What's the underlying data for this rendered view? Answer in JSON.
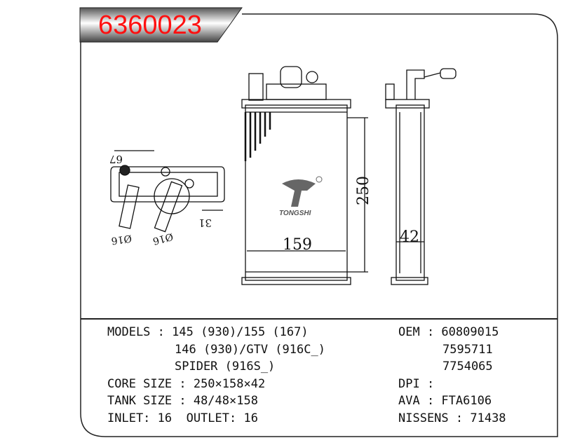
{
  "part_number": "6360023",
  "brand_logo_text": "TONGSHI",
  "drawing": {
    "height_dim": "250",
    "width_dim": "159",
    "depth_dim": "42",
    "pipe_spacing_dim": "67",
    "offset_dim": "31",
    "inlet_dia": "Ø16",
    "outlet_dia": "Ø16"
  },
  "specs_left": [
    {
      "label": "MODELS : ",
      "value": "145 (930)/155 (167)"
    },
    {
      "label": "",
      "value": "146 (930)/GTV (916C_)"
    },
    {
      "label": "",
      "value": "SPIDER (916S_)"
    },
    {
      "label": "CORE SIZE : ",
      "value": "250×158×42"
    },
    {
      "label": "TANK SIZE : ",
      "value": "48/48×158"
    },
    {
      "label": "INLET: 16  OUTLET: 16",
      "value": ""
    }
  ],
  "specs_right": [
    {
      "label": "OEM : ",
      "value": "60809015"
    },
    {
      "label": "",
      "value": "7595711"
    },
    {
      "label": "",
      "value": "7754065"
    },
    {
      "label": "DPI : ",
      "value": ""
    },
    {
      "label": "AVA : ",
      "value": "FTA6106"
    },
    {
      "label": "NISSENS : ",
      "value": "71438"
    }
  ]
}
